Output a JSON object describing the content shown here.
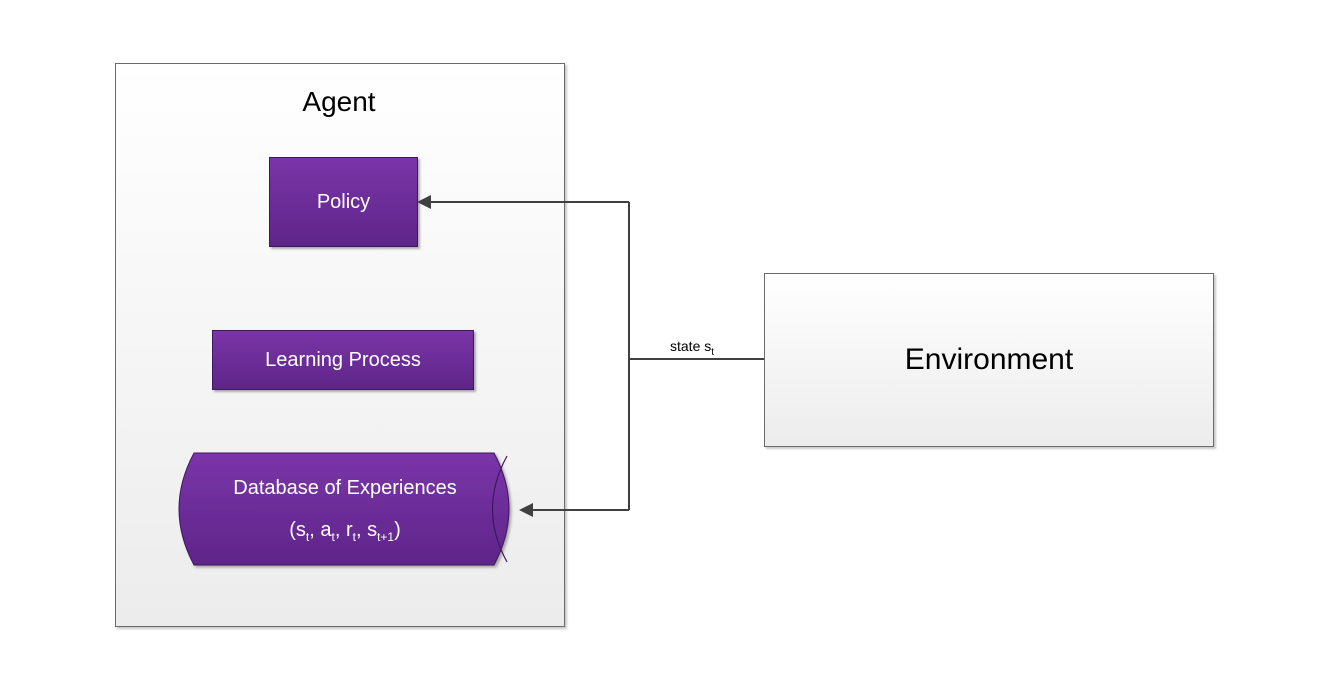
{
  "agent": {
    "title": "Agent"
  },
  "policy": {
    "label": "Policy"
  },
  "learning": {
    "label": "Learning Process"
  },
  "database": {
    "title": "Database of Experiences",
    "tuple": {
      "open": "(s",
      "sub1": "t",
      "sep1": ", a",
      "sub2": "t",
      "sep2": ", r",
      "sub3": "t",
      "sep3": ", s",
      "sub4": "t+1",
      "close": ")"
    }
  },
  "environment": {
    "label": "Environment"
  },
  "connector": {
    "label": "state s",
    "sub": "t"
  },
  "colors": {
    "purple_top": "#7a35a8",
    "purple_bottom": "#5e2589",
    "line": "#404040"
  }
}
